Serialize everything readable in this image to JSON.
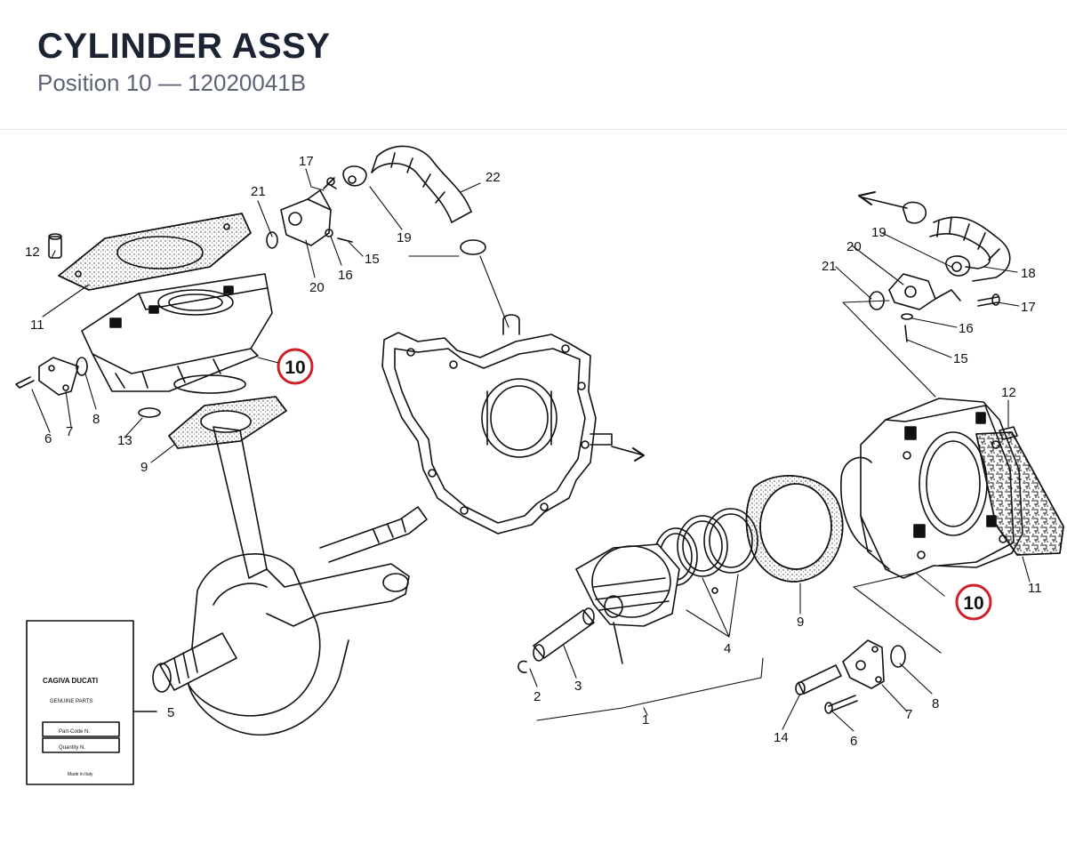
{
  "header": {
    "title": "CYLINDER ASSY",
    "subtitle": "Position 10 — 12020041B"
  },
  "highlight": {
    "label": "10",
    "color": "#d0202a"
  },
  "card": {
    "brand": "CAGIVA DUCATI",
    "line1": "GENUINE PARTS",
    "field1": "Part-Code N.",
    "field2": "Quantity N.",
    "footer": "Made in Italy"
  },
  "labels": {
    "l17a": "17",
    "l21a": "21",
    "l22": "22",
    "l12a": "12",
    "l19a": "19",
    "l15a": "15",
    "l16a": "16",
    "l20a": "20",
    "l11a": "11",
    "l8a": "8",
    "l13": "13",
    "l6a": "6",
    "l7a": "7",
    "l9a": "9",
    "l5": "5",
    "l19b": "19",
    "l18": "18",
    "l20b": "20",
    "l21b": "21",
    "l17b": "17",
    "l16b": "16",
    "l15b": "15",
    "l12b": "12",
    "l11b": "11",
    "l9b": "9",
    "l4": "4",
    "l2": "2",
    "l3": "3",
    "l1": "1",
    "l8b": "8",
    "l7b": "7",
    "l14": "14",
    "l6b": "6"
  }
}
